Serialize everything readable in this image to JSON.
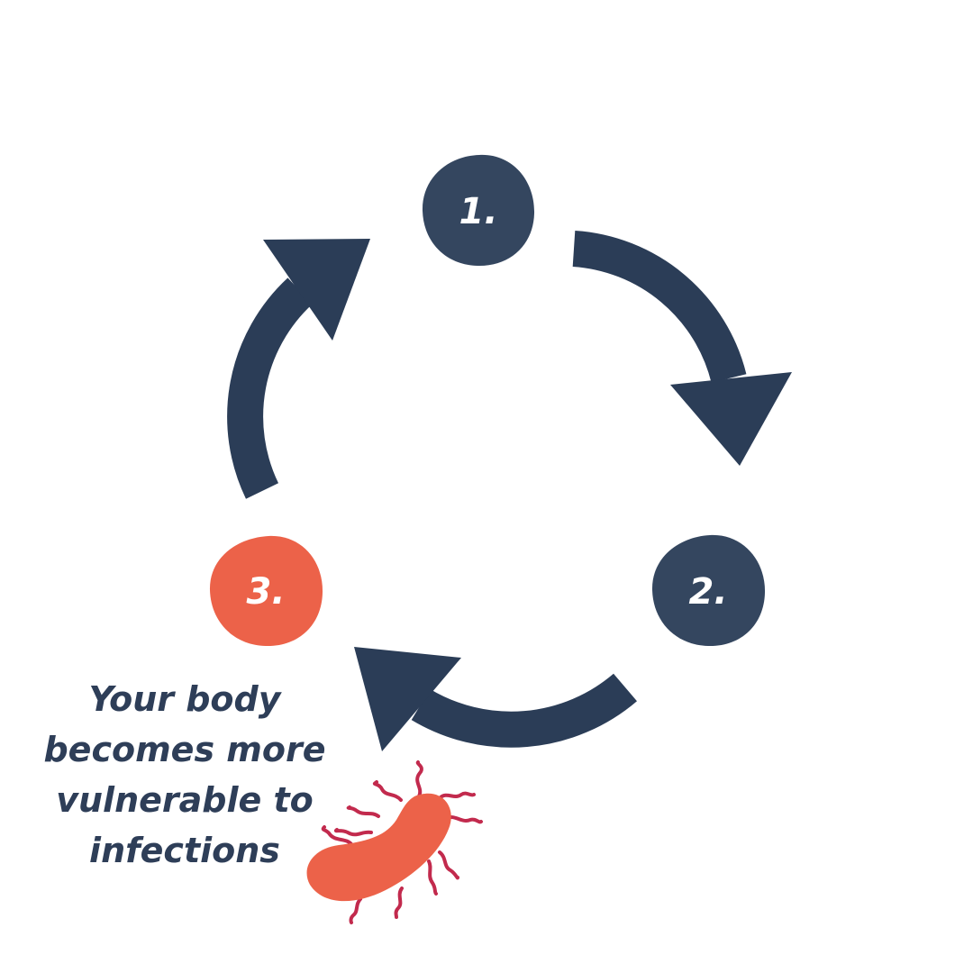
{
  "steps": [
    {
      "label": "1."
    },
    {
      "label": "2."
    },
    {
      "label": "3."
    }
  ],
  "caption": "Your body becomes more vulnerable to infections",
  "icons": {
    "bacteria": "bacteria-icon"
  },
  "colors": {
    "navy": "#2b3d57",
    "node_navy": "#34465f",
    "accent": "#ec6249",
    "flagella": "#c22a4d"
  }
}
